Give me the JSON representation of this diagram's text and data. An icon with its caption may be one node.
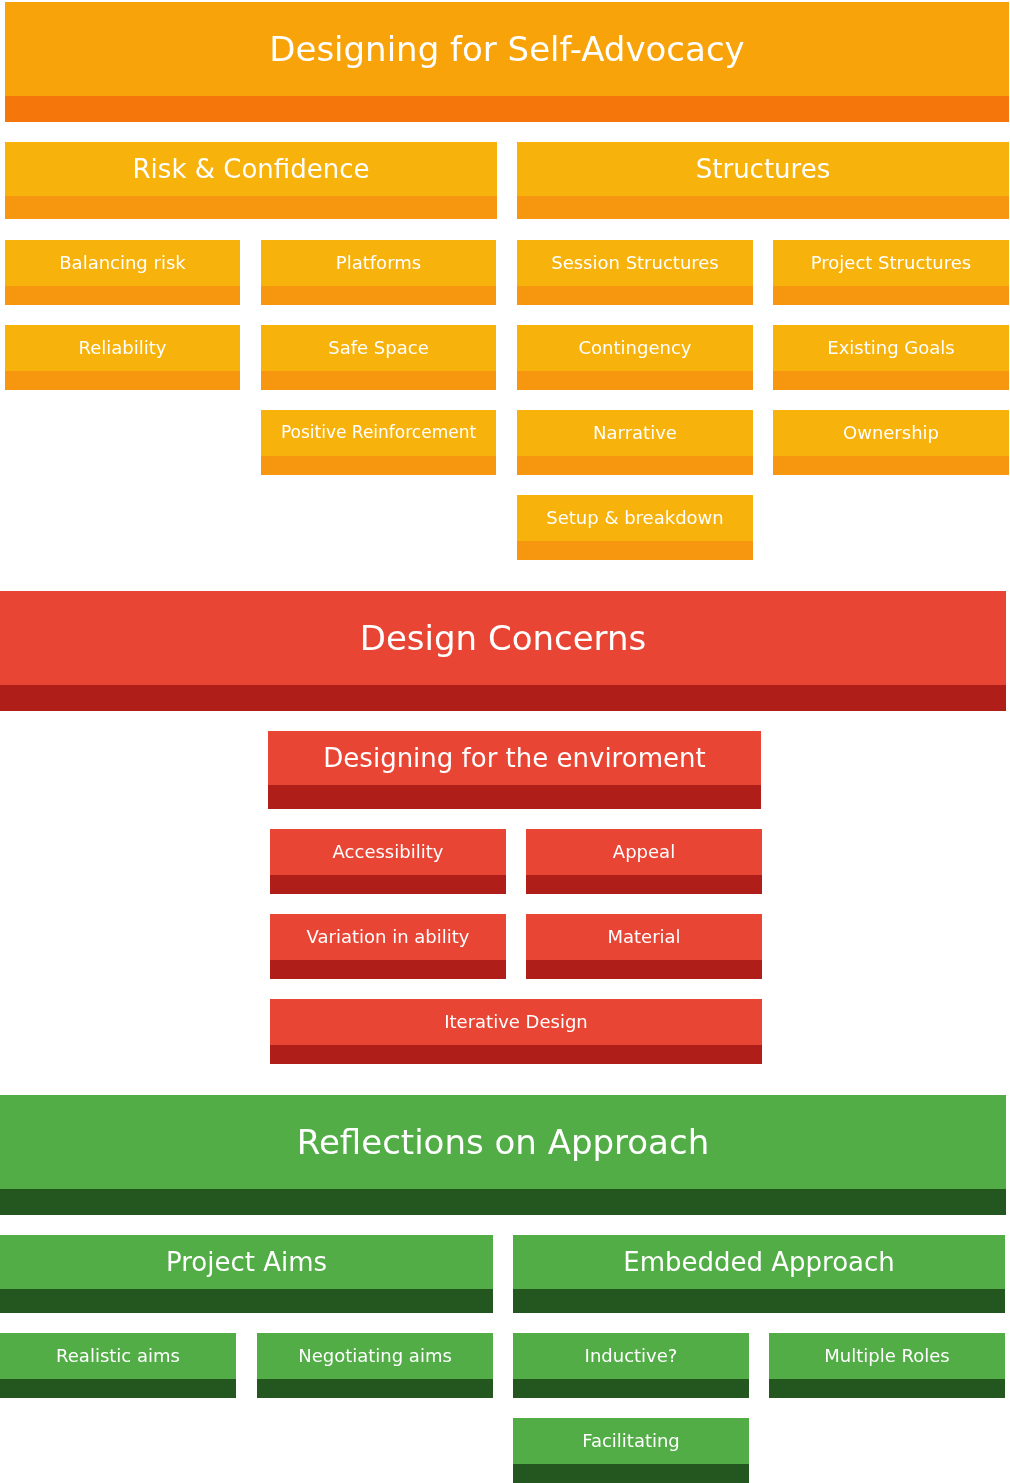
{
  "diagram": {
    "nodes": [
      {
        "text": [
          "Designing for Self-Advocacy"
        ]
      },
      {
        "text": [
          "Risk & Confidence"
        ]
      },
      {
        "text": [
          "Structures"
        ]
      },
      {
        "text": [
          "Balancing risk"
        ]
      },
      {
        "text": [
          "Platforms"
        ]
      },
      {
        "text": [
          "Session Structures"
        ]
      },
      {
        "text": [
          "Project Structures"
        ]
      },
      {
        "text": [
          "Reliability"
        ]
      },
      {
        "text": [
          "Safe Space"
        ]
      },
      {
        "text": [
          "Contingency"
        ]
      },
      {
        "text": [
          "Existing Goals"
        ]
      },
      {
        "text": [
          "Positive Reinforcement"
        ]
      },
      {
        "text": [
          "Narrative"
        ]
      },
      {
        "text": [
          "Ownership"
        ]
      },
      {
        "text": [
          "Setup & breakdown"
        ]
      },
      {
        "text": [
          "Design Concerns"
        ]
      },
      {
        "text": [
          "Designing for the enviroment"
        ]
      },
      {
        "text": [
          "Accessibility"
        ]
      },
      {
        "text": [
          "Appeal"
        ]
      },
      {
        "text": [
          "Variation in ability"
        ]
      },
      {
        "text": [
          "Material"
        ]
      },
      {
        "text": [
          "Iterative Design"
        ]
      },
      {
        "text": [
          "Reflections on Approach"
        ]
      },
      {
        "text": [
          "Project Aims"
        ]
      },
      {
        "text": [
          "Embedded Approach"
        ]
      },
      {
        "text": [
          "Realistic aims"
        ]
      },
      {
        "text": [
          "Negotiating aims"
        ]
      },
      {
        "text": [
          "Inductive?"
        ]
      },
      {
        "text": [
          "Multiple Roles"
        ]
      },
      {
        "text": [
          "Facilitating"
        ]
      }
    ]
  }
}
